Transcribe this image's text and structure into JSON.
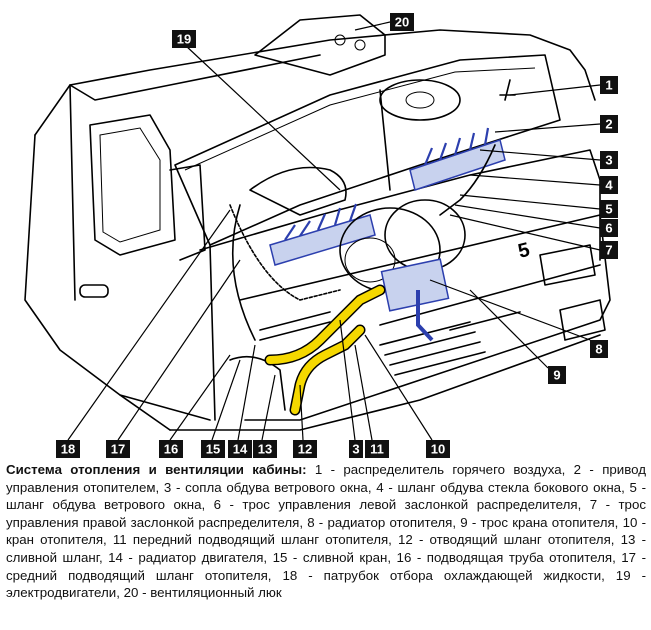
{
  "colors": {
    "callout_bg": "#111111",
    "callout_fg": "#ffffff",
    "hose_yellow": "#f5d800",
    "duct_blue": "#2c3fae",
    "line": "#000000"
  },
  "callouts": [
    "1",
    "2",
    "3",
    "4",
    "5",
    "6",
    "7",
    "8",
    "9",
    "10",
    "11",
    "12",
    "13",
    "14",
    "15",
    "16",
    "17",
    "18",
    "19",
    "20"
  ],
  "body_emblem": "5",
  "caption": {
    "title": "Система отопления и вентиляции кабины:",
    "text": " 1 - распределитель горячего воздуха, 2 - привод управления отопителем, 3 - сопла обдува ветрового окна, 4 - шланг обдува стекла бокового окна, 5 - шланг обдува ветрового окна, 6 - трос управления левой заслонкой распределителя, 7 - трос управления правой заслонкой распределителя, 8 - радиатор отопителя, 9 - трос крана отопителя, 10 - кран отопителя, 11 передний подводящий шланг отопителя, 12 - отводящий шланг отопителя, 13 - сливной шланг, 14 - радиатор двигателя, 15 - сливной кран, 16 - подводящая труба отопителя, 17 - средний подводящий шланг отопителя, 18 - патрубок отбора охлаждающей жидкости, 19 - электродвигатели, 20 - вентиляционный люк"
  }
}
